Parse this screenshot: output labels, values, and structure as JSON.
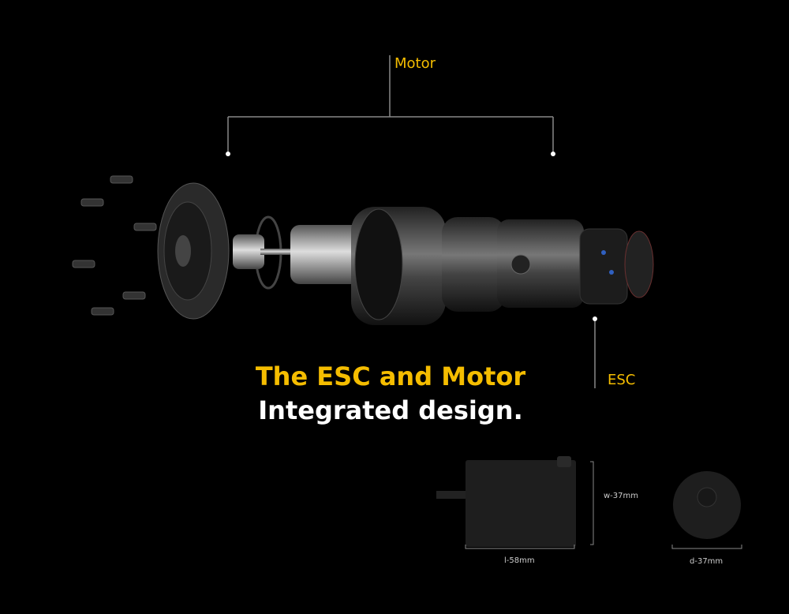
{
  "labels": {
    "motor": "Motor",
    "esc": "ESC"
  },
  "headline": {
    "line1": "The ESC and Motor",
    "line2": "Integrated design."
  },
  "dimensions": {
    "width": "w-37mm",
    "length": "l-58mm",
    "diameter": "d-37mm"
  },
  "colors": {
    "accent": "#f5bd00",
    "background": "#000000",
    "text": "#ffffff"
  }
}
